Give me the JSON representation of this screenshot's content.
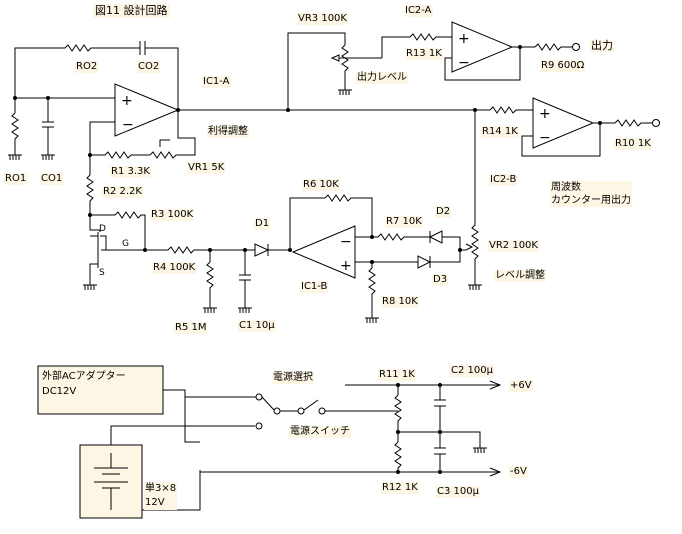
{
  "title": "図11 設計回路",
  "labels": {
    "vr3": "VR3 100K",
    "ic2a": "IC2-A",
    "r13": "R13 1K",
    "out_label": "出力",
    "r9": "R9 600Ω",
    "ro2": "RO2",
    "co2": "CO2",
    "ic1a": "IC1-A",
    "out_level": "出力レベル",
    "r14": "R14 1K",
    "gain_adj": "利得調整",
    "r10": "R10 1K",
    "r1": "R1 3.3K",
    "vr1": "VR1 5K",
    "ro1": "RO1",
    "co1": "CO1",
    "r2": "R2 2.2K",
    "ic2b": "IC2-B",
    "freq_counter": "周波数\nカウンター用出力",
    "r6": "R6 10K",
    "r3": "R3 100K",
    "d1": "D1",
    "r7": "R7 10K",
    "d2": "D2",
    "pin_d": "D",
    "pin_g": "G",
    "pin_s": "S",
    "vr2": "VR2 100K",
    "r4": "R4 100K",
    "ic1b": "IC1-B",
    "level_adj": "レベル調整",
    "d3": "D3",
    "r8": "R8 10K",
    "r5": "R5 1M",
    "c1": "C1 10μ",
    "ext_adapter": "外部ACアダプター\nDC12V",
    "power_select": "電源選択",
    "r11": "R11 1K",
    "c2": "C2 100μ",
    "plus6v": "+6V",
    "power_switch": "電源スイッチ",
    "minus6v": "-6V",
    "battery": "単3×8\n12V",
    "r12": "R12 1K",
    "c3": "C3 100μ"
  }
}
